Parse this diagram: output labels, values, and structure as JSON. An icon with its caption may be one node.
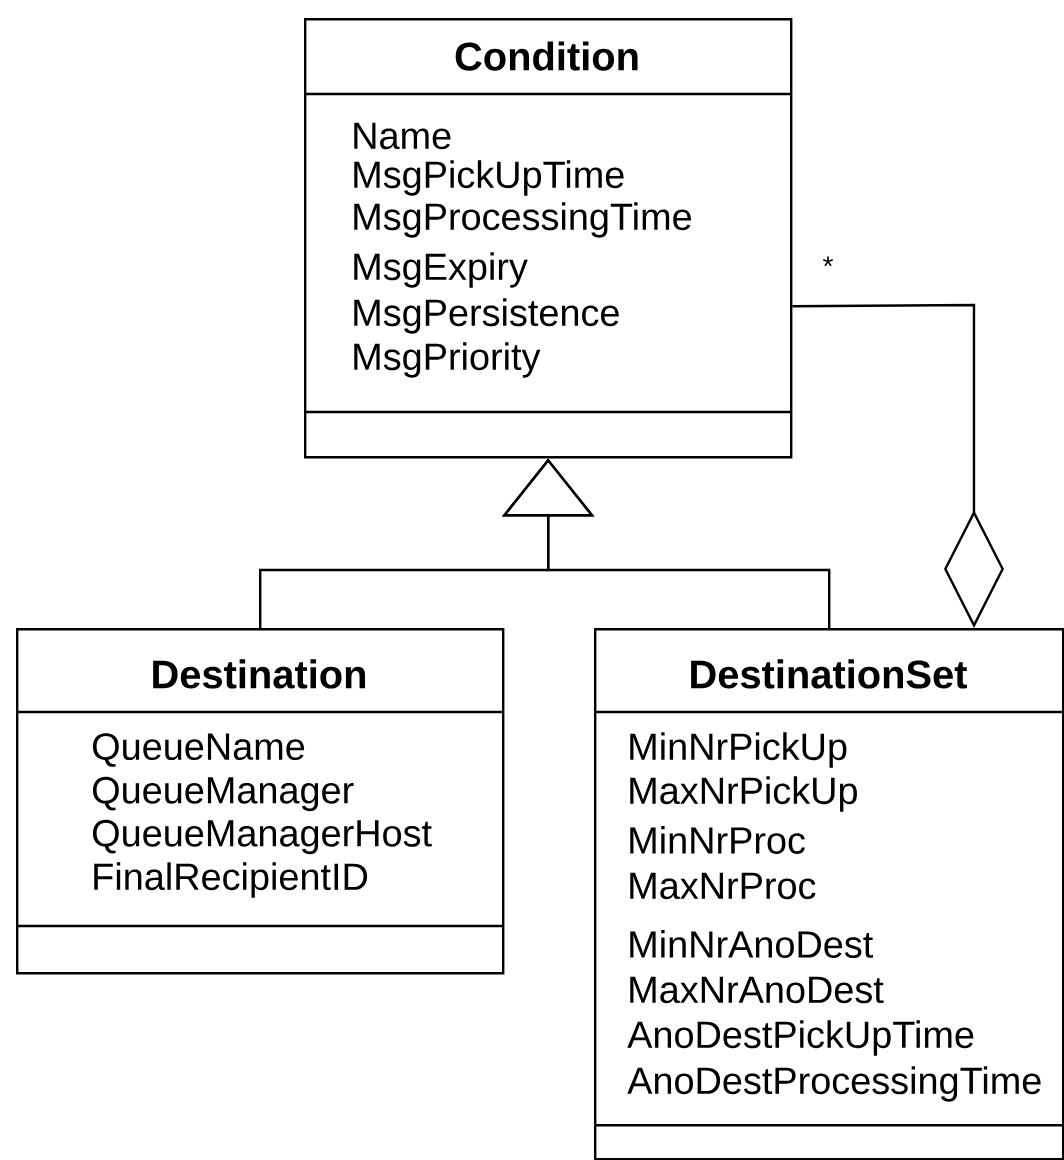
{
  "diagram": {
    "nodes": [
      {
        "text": [
          "Condition",
          "Name",
          "MsgPickUpTime",
          "MsgProcessingTime",
          "MsgExpiry",
          "MsgPersistence",
          "MsgPriority"
        ]
      },
      {
        "text": [
          "Destination",
          "QueueName",
          "QueueManager",
          "QueueManagerHost",
          "FinalRecipientID"
        ]
      },
      {
        "text": [
          "DestinationSet",
          "MinNrPickUp",
          "MaxNrPickUp",
          "MinNrProc",
          "MaxNrProc",
          "MinNrAnoDest",
          "MaxNrAnoDest",
          "AnoDestPickUpTime",
          "AnoDestProcessingTime"
        ]
      }
    ],
    "edges": [
      {
        "from": 1,
        "to": 0,
        "arrow": "to"
      },
      {
        "from": 2,
        "to": 0,
        "arrow": "to"
      },
      {
        "from": 0,
        "to": 2,
        "arrow": "other",
        "label": "*"
      }
    ]
  }
}
